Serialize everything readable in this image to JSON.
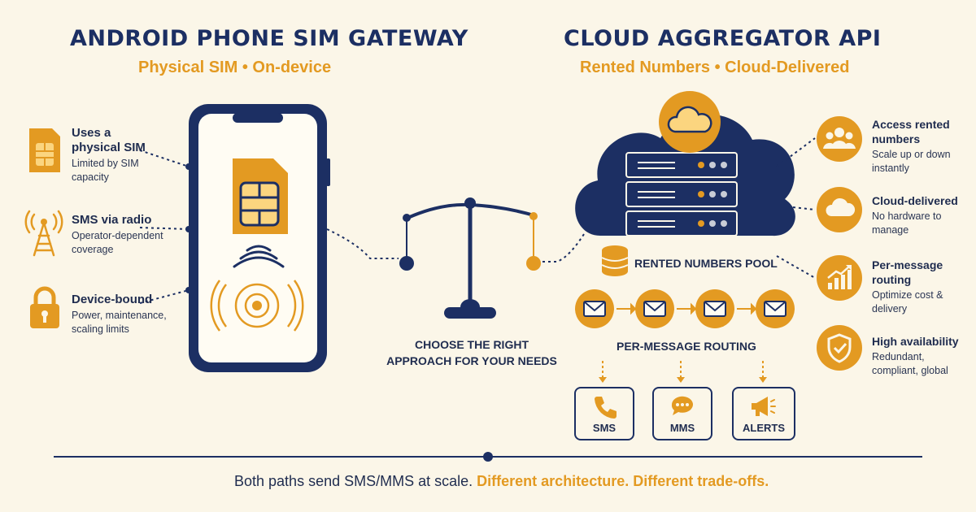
{
  "left": {
    "title": "ANDROID PHONE SIM GATEWAY",
    "subtitle": "Physical SIM • On-device",
    "features": [
      {
        "title_l1": "Uses a",
        "title_l2": "physical SIM",
        "desc_l1": "Limited by SIM",
        "desc_l2": "capacity",
        "icon": "sim-card-icon"
      },
      {
        "title_l1": "SMS via radio",
        "desc_l1": "Operator-dependent",
        "desc_l2": "coverage",
        "icon": "radio-tower-icon"
      },
      {
        "title_l1": "Device-bound",
        "desc_l1": "Power, maintenance,",
        "desc_l2": "scaling limits",
        "icon": "padlock-icon"
      }
    ]
  },
  "right": {
    "title": "CLOUD AGGREGATOR API",
    "subtitle": "Rented Numbers • Cloud-Delivered",
    "pool_label": "RENTED NUMBERS POOL",
    "routing_label": "PER-MESSAGE ROUTING",
    "channels": [
      "SMS",
      "MMS",
      "ALERTS"
    ],
    "features": [
      {
        "title_l1": "Access rented",
        "title_l2": "numbers",
        "desc_l1": "Scale up or down",
        "desc_l2": "instantly",
        "icon": "people-icon"
      },
      {
        "title_l1": "Cloud-delivered",
        "desc_l1": "No hardware to",
        "desc_l2": "manage",
        "icon": "cloud-icon"
      },
      {
        "title_l1": "Per-message",
        "title_l2": "routing",
        "desc_l1": "Optimize cost &",
        "desc_l2": "delivery",
        "icon": "growth-chart-icon"
      },
      {
        "title_l1": "High availability",
        "desc_l1": "Redundant,",
        "desc_l2": "compliant, global",
        "icon": "shield-check-icon"
      }
    ]
  },
  "center": {
    "line1": "CHOOSE THE RIGHT",
    "line2": "APPROACH FOR YOUR NEEDS"
  },
  "footer": {
    "plain": "Both paths send SMS/MMS at scale.",
    "highlight": "Different architecture. Different trade-offs."
  },
  "colors": {
    "navy": "#1c2f63",
    "orange": "#e39a22",
    "background": "#fbf6e8"
  }
}
